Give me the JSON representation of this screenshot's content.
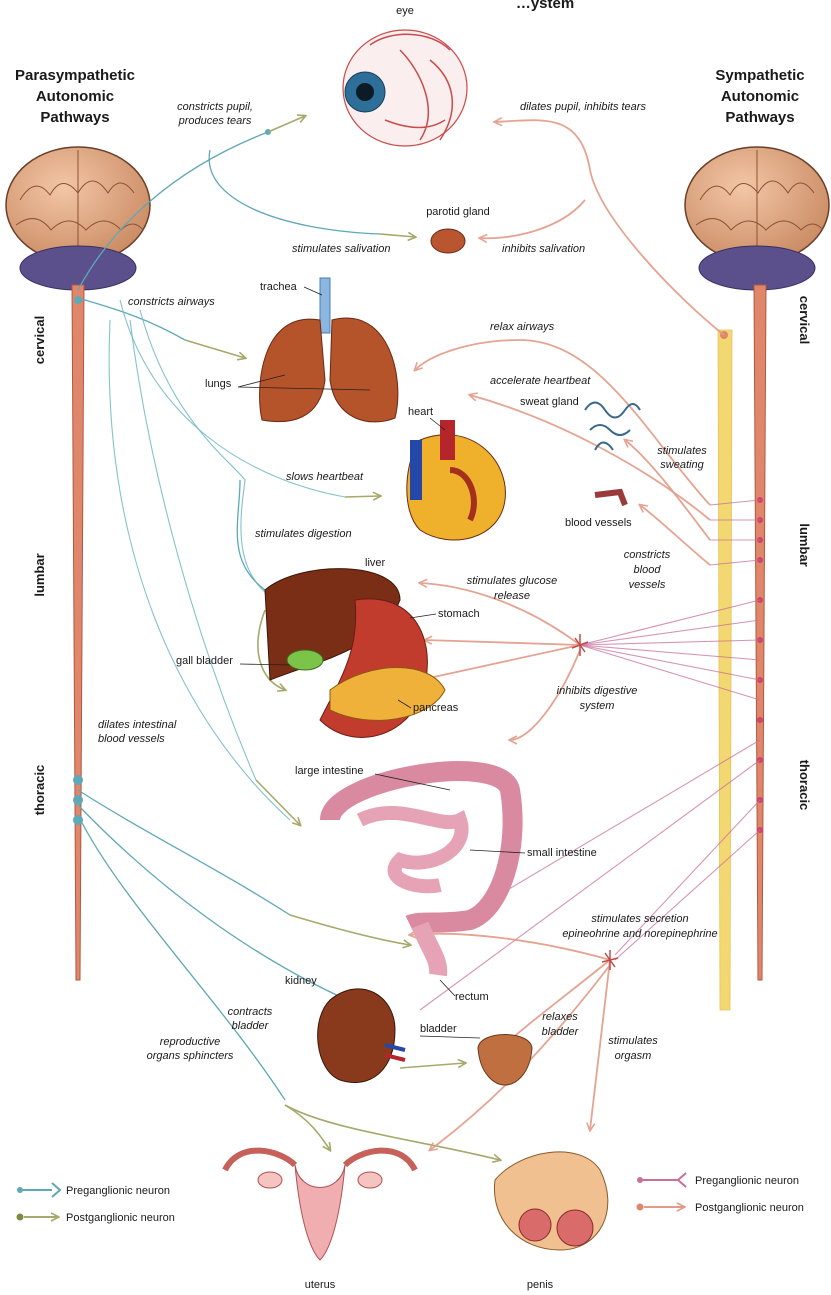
{
  "title_partial": "…ystem",
  "headers": {
    "parasympathetic": [
      "Parasympathetic",
      "Autonomic",
      "Pathways"
    ],
    "sympathetic": [
      "Sympathetic",
      "Autonomic",
      "Pathways"
    ]
  },
  "spinal_regions": {
    "left": [
      "cervical",
      "lumbar",
      "thoracic"
    ],
    "right": [
      "cervical",
      "lumbar",
      "thoracic"
    ]
  },
  "organs": {
    "eye": "eye",
    "parotid": "parotid gland",
    "trachea": "trachea",
    "lungs": "lungs",
    "heart": "heart",
    "sweat_gland": "sweat gland",
    "blood_vessels": "blood vessels",
    "liver": "liver",
    "stomach": "stomach",
    "gall_bladder": "gall bladder",
    "pancreas": "pancreas",
    "large_intestine": "large intestine",
    "small_intestine": "small intestine",
    "rectum": "rectum",
    "kidney": "kidney",
    "bladder": "bladder",
    "uterus": "uterus",
    "penis": "penis"
  },
  "parasympathetic_effects": {
    "pupil": [
      "constricts pupil,",
      "produces tears"
    ],
    "salivation": "stimulates salivation",
    "airways": "constricts airways",
    "heartbeat": "slows heartbeat",
    "digestion": "stimulates digestion",
    "intestinal_vessels": [
      "dilates intestinal",
      "blood vessels"
    ],
    "bladder": [
      "contracts",
      "bladder"
    ],
    "reproductive": [
      "reproductive",
      "organs sphincters"
    ]
  },
  "sympathetic_effects": {
    "pupil": "dilates pupil, inhibits tears",
    "salivation": "inhibits salivation",
    "airways": "relax airways",
    "heartbeat": "accelerate heartbeat",
    "sweating": [
      "stimulates",
      "sweating"
    ],
    "vessels": [
      "constricts",
      "blood",
      "vessels"
    ],
    "glucose": [
      "stimulates glucose",
      "release"
    ],
    "digestive": [
      "inhibits digestive",
      "system"
    ],
    "secretion": [
      "stimulates secretion",
      "epineohrine and norepinephrine"
    ],
    "bladder": [
      "relaxes",
      "bladder"
    ],
    "orgasm": [
      "stimulates",
      "orgasm"
    ]
  },
  "legend": {
    "left_pre": "Preganglionic neuron",
    "left_post": "Postganglionic neuron",
    "right_pre": "Preganglionic neuron",
    "right_post": "Postganglionic neuron"
  },
  "colors": {
    "parasympathetic_pre": "#5fa8b8",
    "parasympathetic_post": "#a7a86b",
    "sympathetic_pre": "#c9709a",
    "sympathetic_post": "#e39a86",
    "spinal_cord": "#e0876b"
  }
}
